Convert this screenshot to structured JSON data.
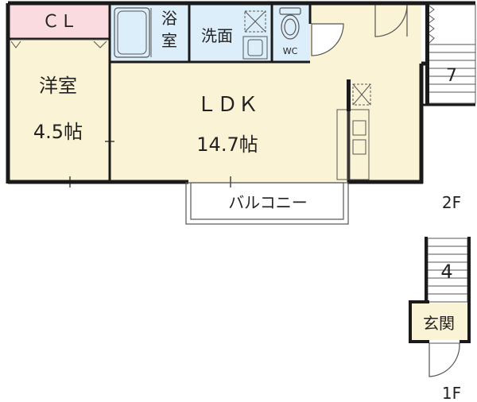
{
  "rooms": {
    "closet": "ＣＬ",
    "bath_line1": "浴",
    "bath_line2": "室",
    "washroom": "洗面",
    "wc": "WC",
    "western_name": "洋室",
    "western_size": "4.5帖",
    "ldk_name": "ＬＤＫ",
    "ldk_size": "14.7帖",
    "balcony": "バルコニー",
    "entrance": "玄関"
  },
  "floors": {
    "second": "2F",
    "first": "1F"
  },
  "stairs": {
    "upper_mark": "7",
    "lower_mark": "4"
  },
  "colors": {
    "wall": "#1a1a1a",
    "floor_fill": "#fbf3d6",
    "closet_fill": "#fadbe0",
    "wet_fill": "#dceefa",
    "line": "#555555"
  }
}
